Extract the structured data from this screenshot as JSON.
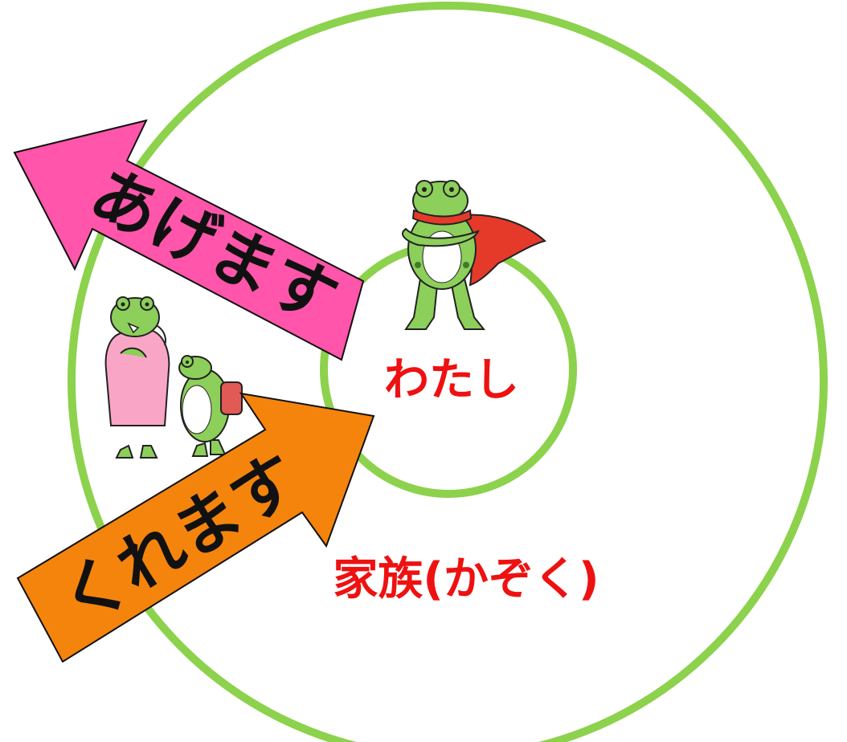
{
  "labels": {
    "center": "わたし",
    "outer": "家族(かぞく)",
    "give_arrow": "あげます",
    "receive_arrow": "くれます"
  },
  "colors": {
    "ring": "#8cd24c",
    "label_red": "#ee1111",
    "give_arrow_fill": "#ff55aa",
    "receive_arrow_fill": "#f5840c",
    "frog_green": "#8ccf5a",
    "cape_red": "#e53a2a",
    "dress_pink": "#f9a6c6",
    "backpack_red": "#e25a55"
  },
  "icons": {
    "center_figure": "caped-frog-icon",
    "family_figure_1": "frog-in-pink-dress-icon",
    "family_figure_2": "frog-with-backpack-icon"
  }
}
